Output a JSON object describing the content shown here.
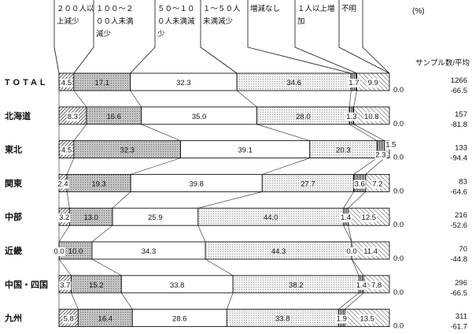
{
  "unit_label": "(%)",
  "sample_header": "サンプル数/平均",
  "chart_data": {
    "type": "bar",
    "orientation": "horizontal",
    "stacked": true,
    "xlim": [
      0,
      100
    ],
    "categories": [
      "TOTAL",
      "北海道",
      "東北",
      "関東",
      "中部",
      "近畿",
      "中国・四国",
      "九州"
    ],
    "series": [
      {
        "name": "２００人以上減少",
        "values": [
          4.5,
          8.3,
          4.5,
          2.4,
          3.2,
          0.0,
          3.7,
          5.8
        ]
      },
      {
        "name": "１００～２００人未満減少",
        "values": [
          17.1,
          16.6,
          32.3,
          19.3,
          13.0,
          10.0,
          15.2,
          16.4
        ]
      },
      {
        "name": "５０～１００人未満減少",
        "values": [
          32.3,
          35.0,
          39.1,
          39.8,
          25.9,
          34.3,
          33.8,
          28.6
        ]
      },
      {
        "name": "１～５０人未満減少",
        "values": [
          34.6,
          28.0,
          20.3,
          27.7,
          44.0,
          44.3,
          38.2,
          33.8
        ]
      },
      {
        "name": "増減なし",
        "values": [
          1.7,
          1.3,
          2.3,
          3.6,
          1.4,
          0.0,
          1.4,
          1.9
        ]
      },
      {
        "name": "１人以上増加",
        "values": [
          9.9,
          10.8,
          1.5,
          7.2,
          12.5,
          11.4,
          7.8,
          13.5
        ]
      },
      {
        "name": "不明",
        "values": [
          0.0,
          0.0,
          0.0,
          0.0,
          0.0,
          0.0,
          0.0,
          0.0
        ]
      }
    ],
    "sample_size": [
      1266,
      157,
      133,
      83,
      216,
      70,
      296,
      311
    ],
    "average": [
      -66.5,
      -81.8,
      -94.4,
      -64.6,
      -52.6,
      -44.8,
      -66.5,
      -61.7
    ]
  }
}
